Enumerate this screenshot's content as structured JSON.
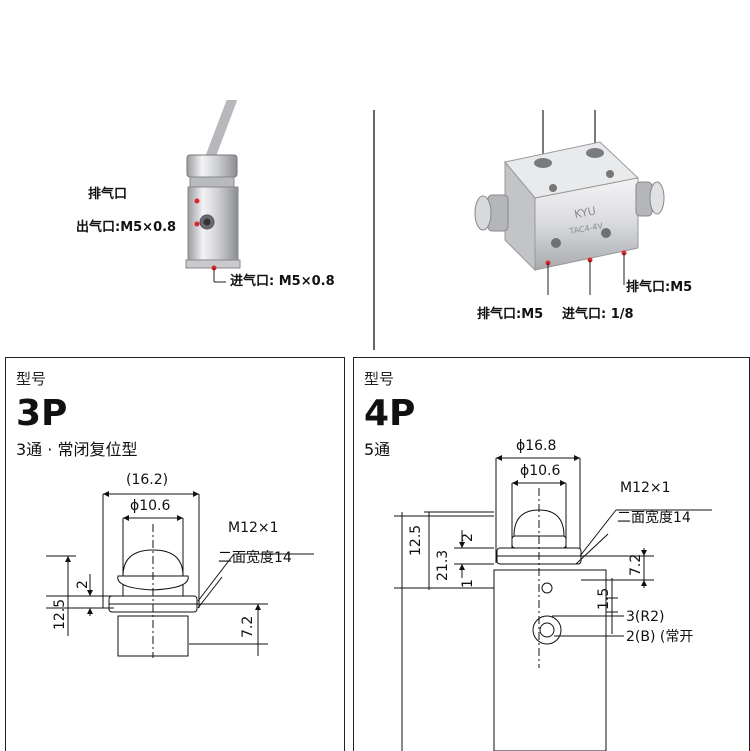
{
  "top_left_photo": {
    "labels": {
      "exhaust": "排气口",
      "outlet": "出气口:M5×0.8",
      "inlet": "进气口: M5×0.8"
    }
  },
  "top_right_photo": {
    "labels": {
      "exhaust_right": "排气口:M5",
      "exhaust_left": "排气口:M5",
      "inlet": "进气口: 1/8"
    },
    "engraving": [
      "KYU",
      "TAC4-4V"
    ]
  },
  "panel_3p": {
    "model_label": "型号",
    "model": "3P",
    "description": "3通 · 常闭复位型",
    "dims": {
      "outer_width": "(16.2)",
      "inner_width": "ϕ10.6",
      "thread": "M12×1",
      "flats": "二面宽度14",
      "height": "12.5",
      "small": "2",
      "side": "7.2"
    }
  },
  "panel_4p": {
    "model_label": "型号",
    "model": "4P",
    "description": "5通",
    "dims": {
      "outer_width": "ϕ16.8",
      "inner_width": "ϕ10.6",
      "thread": "M12×1",
      "flats": "二面宽度14",
      "height1": "12.5",
      "height2": "21.3",
      "small": "2",
      "side": "7.2",
      "one": "1",
      "one_five": "1.5",
      "port3": "3(R2)",
      "port2": "2(B) (常开"
    }
  },
  "colors": {
    "marker_dot": "#e0262b",
    "metal_light": "#e8e8ea",
    "metal_dark": "#8f9096",
    "frame": "#222222"
  }
}
